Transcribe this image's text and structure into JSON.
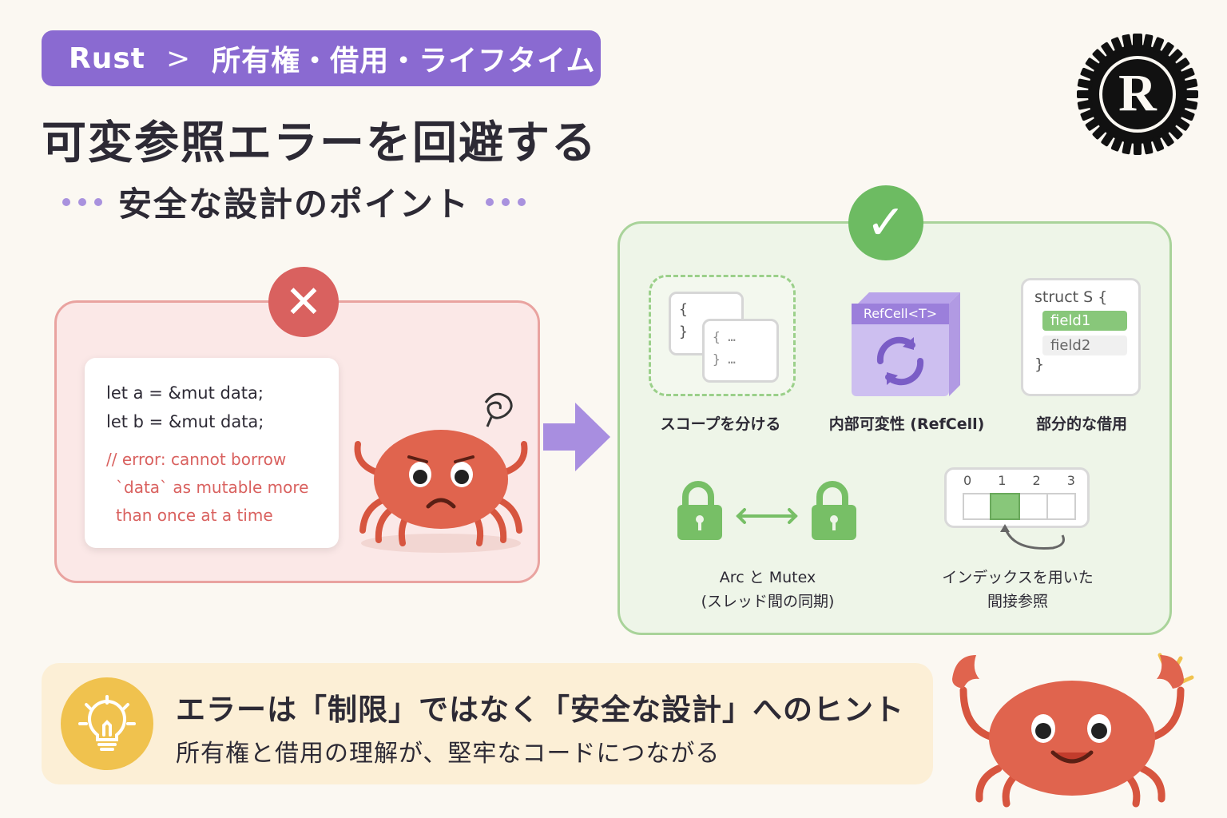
{
  "breadcrumb": {
    "root": "Rust",
    "separator": ">",
    "section": "所有権・借用・ライフタイム"
  },
  "title": "可変参照エラーを回避する",
  "subtitle": "安全な設計のポイント",
  "bad_example": {
    "code_lines": [
      "let a = &mut data;",
      "let b = &mut data;"
    ],
    "error_lines": [
      "// error: cannot borrow",
      "`data` as mutable more",
      "than once at a time"
    ]
  },
  "good_solutions": {
    "items": [
      {
        "label": "スコープを分ける",
        "icon": "scope-blocks-icon"
      },
      {
        "label": "内部可変性 (RefCell)",
        "icon": "refcell-cube-icon",
        "cube_text": "RefCell<T>"
      },
      {
        "label": "部分的な借用",
        "icon": "struct-fields-icon"
      },
      {
        "label": "Arc と Mutex",
        "label2": "(スレッド間の同期)",
        "icon": "lock-pair-icon"
      },
      {
        "label": "インデックスを用いた",
        "label2": "間接参照",
        "icon": "index-array-icon"
      }
    ],
    "scope_code": {
      "outer_open": "{",
      "outer_close": "}",
      "inner_open": "{ …",
      "inner_close": "} …"
    },
    "struct_code": {
      "header": "struct S {",
      "field1": "field1",
      "field2": "field2",
      "close": "}"
    },
    "index_labels": [
      "0",
      "1",
      "2",
      "3"
    ]
  },
  "hint": {
    "main": "エラーは「制限」ではなく「安全な設計」へのヒント",
    "sub": "所有権と借用の理解が、堅牢なコードにつながる"
  },
  "colors": {
    "accent_purple": "#8a6ad1",
    "error_red": "#d9615f",
    "success_green": "#6dbb62",
    "hint_yellow": "#f0c24e",
    "crab": "#e0644e"
  }
}
